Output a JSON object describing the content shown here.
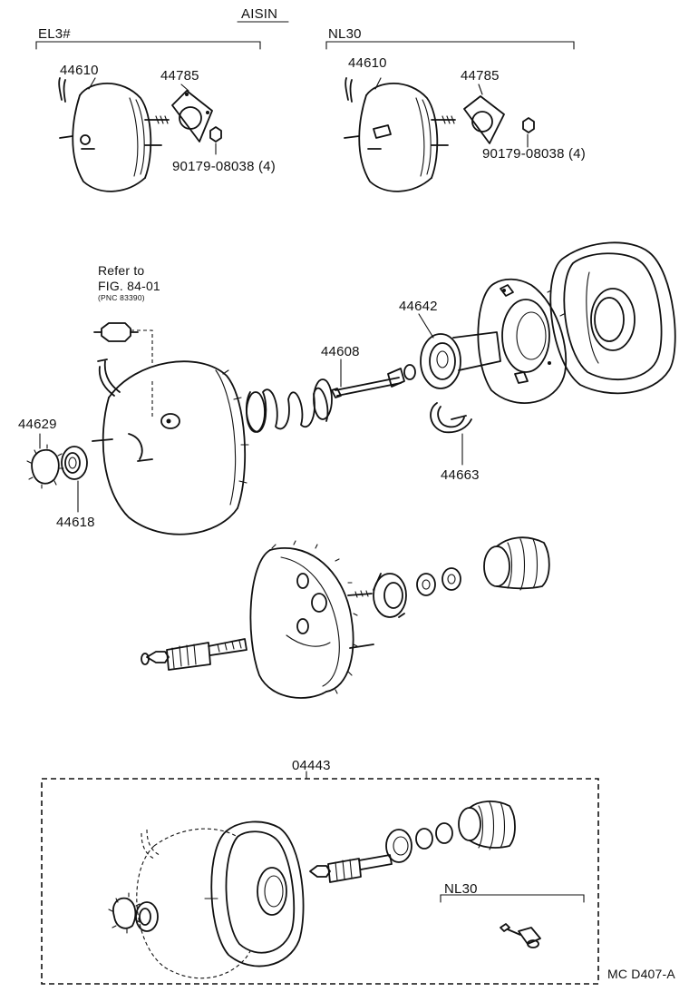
{
  "header": {
    "brand": "AISIN"
  },
  "groups": {
    "el3": {
      "title": "EL3#"
    },
    "nl30_top": {
      "title": "NL30"
    },
    "kit_nl30": {
      "title": "NL30"
    }
  },
  "labels": {
    "p44610_a": "44610",
    "p44785_a": "44785",
    "p90179_a": "90179-08038 (4)",
    "p44610_b": "44610",
    "p44785_b": "44785",
    "p90179_b": "90179-08038 (4)",
    "p44642": "44642",
    "p44608": "44608",
    "p44629": "44629",
    "p44618": "44618",
    "p44663": "44663",
    "p04443": "04443"
  },
  "reference": {
    "line1": "Refer to",
    "line2": "FIG. 84-01",
    "line3": "(PNC 83390)"
  },
  "footer": {
    "code": "MC D407-A"
  }
}
